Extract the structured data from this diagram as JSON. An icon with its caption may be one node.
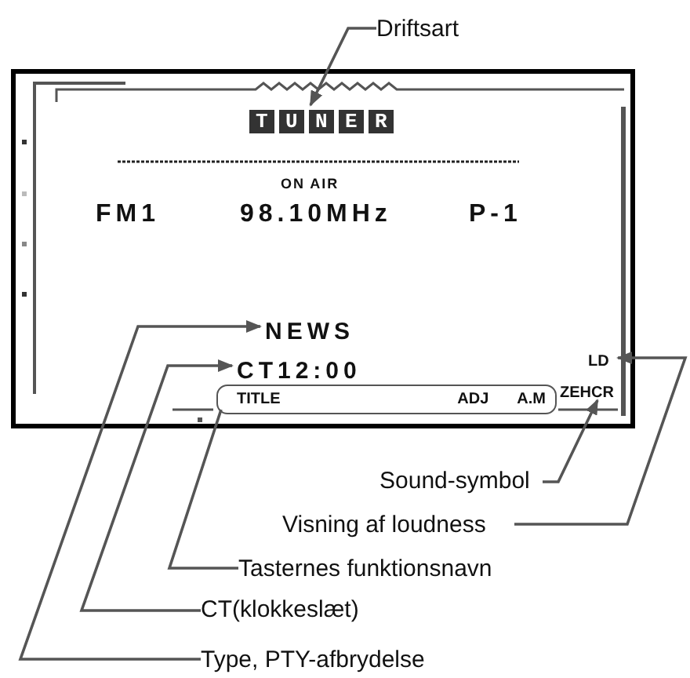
{
  "diagram": {
    "nodes": [
      {
        "text": [],
        "shape": "box"
      },
      {
        "text": [
          "TUNER"
        ],
        "in": 0
      },
      {
        "text": [
          "NEWS"
        ],
        "in": 0
      },
      {
        "text": [
          "CT12:00"
        ],
        "in": 0
      },
      {
        "text": [
          "TITLE",
          "ADJ",
          "A.M"
        ],
        "in": 0
      },
      {
        "text": [
          "LD"
        ],
        "in": 0
      },
      {
        "text": [
          "ZEHCR"
        ],
        "in": 0
      },
      {
        "text": [
          "Driftsart"
        ]
      },
      {
        "text": [
          "Sound-symbol"
        ]
      },
      {
        "text": [
          "Visning af loudness"
        ]
      },
      {
        "text": [
          "Tasternes funktionsnavn"
        ]
      },
      {
        "text": [
          "CT(klokkeslæt)"
        ]
      },
      {
        "text": [
          "Type, PTY-afbrydelse"
        ]
      }
    ],
    "edges": [
      {
        "from": 7,
        "to": 1,
        "arrow": "to"
      },
      {
        "from": 8,
        "to": 6,
        "arrow": "to"
      },
      {
        "from": 9,
        "to": 5,
        "arrow": "to"
      },
      {
        "from": 10,
        "to": 4,
        "arrow": "none"
      },
      {
        "from": 11,
        "to": 3,
        "arrow": "to"
      },
      {
        "from": 12,
        "to": 2,
        "arrow": "to"
      }
    ],
    "labels": [
      "ON AIR",
      "FM1",
      "98.10MHz",
      "P-1"
    ]
  }
}
